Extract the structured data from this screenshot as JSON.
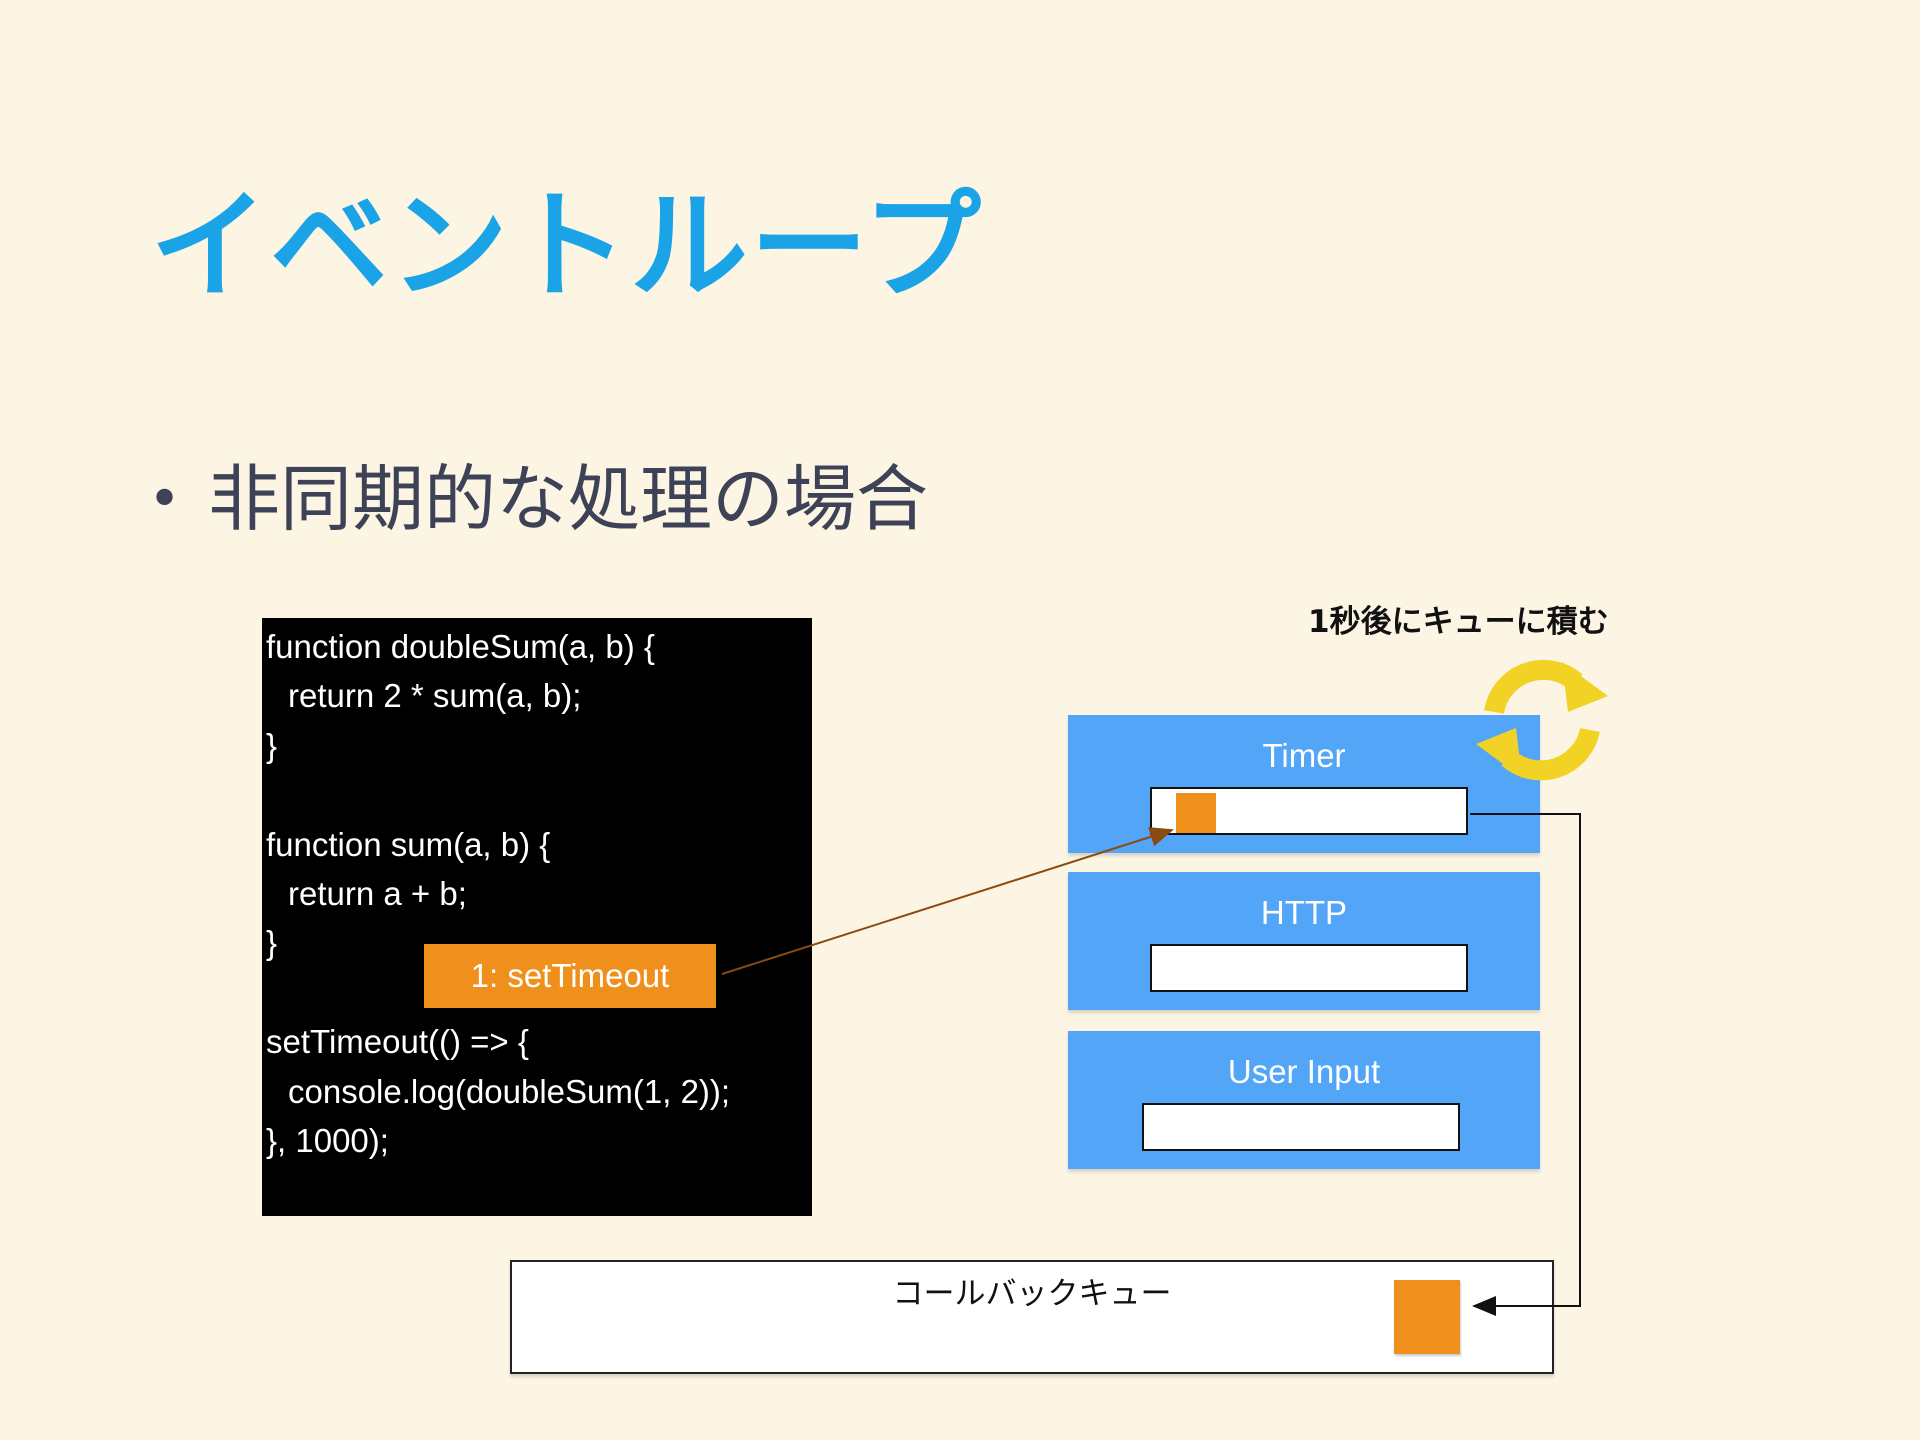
{
  "title": "イベントループ",
  "bullet": {
    "marker": "•",
    "text": "非同期的な処理の場合"
  },
  "code": {
    "lines": [
      "function doubleSum(a, b) {",
      "return 2 * sum(a, b);",
      "}",
      "",
      "function sum(a, b) {",
      "return a + b;",
      "}",
      "",
      "setTimeout(() => {",
      "console.log(doubleSum(1, 2));",
      "}, 1000);"
    ]
  },
  "step_tag": "1: setTimeout",
  "web_apis": [
    {
      "label": "Timer"
    },
    {
      "label": "HTTP"
    },
    {
      "label": "User Input"
    }
  ],
  "note": "1秒後にキューに積む",
  "callback_queue": {
    "label": "コールバックキュー"
  },
  "colors": {
    "background": "#fdf5e4",
    "title": "#1aa3e6",
    "api_box": "#52a5f7",
    "task": "#f0901c",
    "cycle_icon": "#f2d224",
    "arrow": "#8a4a12"
  },
  "icons": {
    "cycle": "refresh-cycle-icon"
  }
}
